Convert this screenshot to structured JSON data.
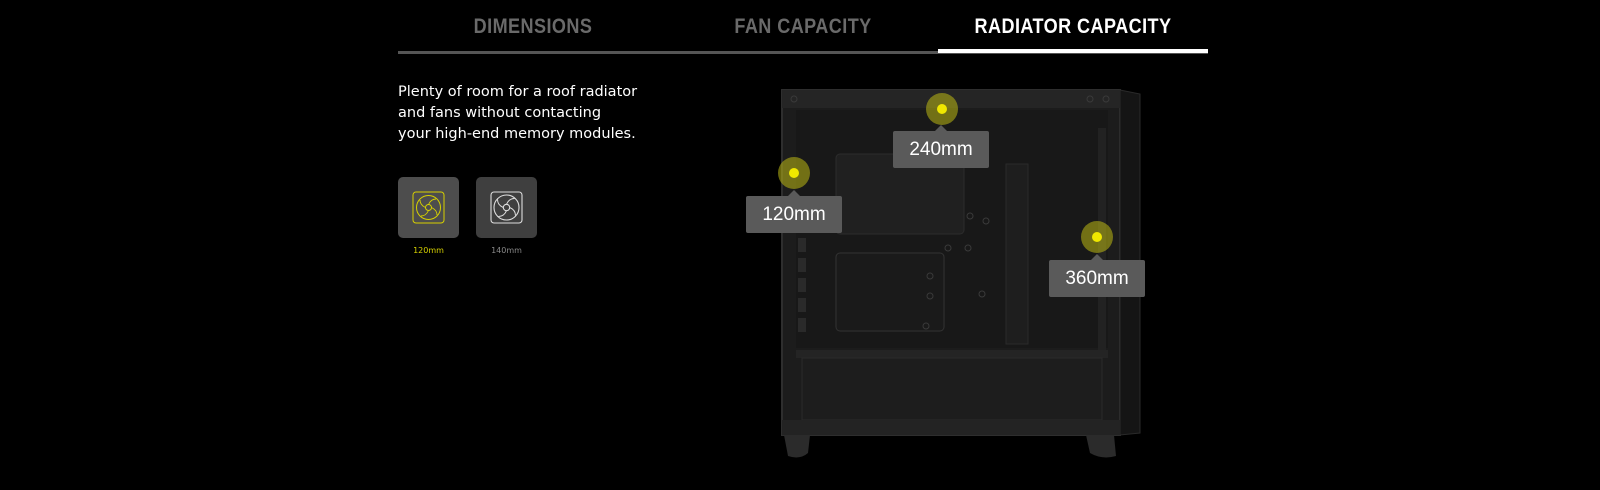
{
  "tabs": [
    {
      "label": "DIMENSIONS",
      "active": false
    },
    {
      "label": "FAN CAPACITY",
      "active": false
    },
    {
      "label": "RADIATOR CAPACITY",
      "active": true
    }
  ],
  "description": "Plenty of room for a roof radiator and fans without contacting your high-end memory modules.",
  "options": [
    {
      "label": "120mm",
      "selected": true,
      "icon": "fan-120-icon"
    },
    {
      "label": "140mm",
      "selected": false,
      "icon": "fan-140-icon"
    }
  ],
  "markers": {
    "top": "240mm",
    "front": "120mm",
    "side": "360mm"
  },
  "colors": {
    "accent": "#f0e800",
    "background": "#000000",
    "tag": "#5a5a5a"
  }
}
